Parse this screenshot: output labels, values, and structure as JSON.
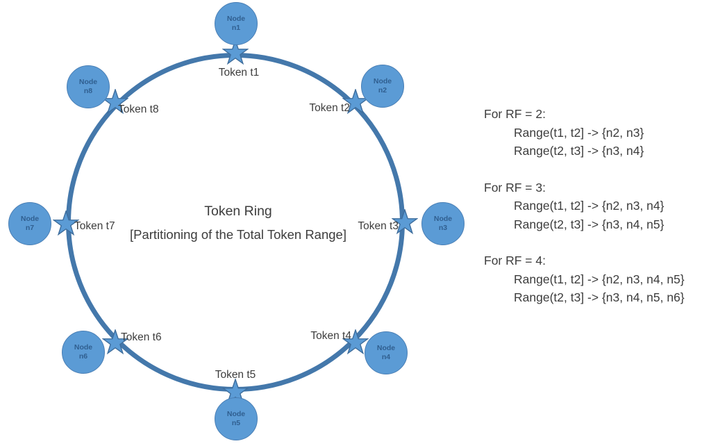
{
  "diagram": {
    "title": "Token Ring",
    "subtitle": "[Partitioning of the Total Token Range]",
    "nodes": [
      {
        "line1": "Node",
        "line2": "n1"
      },
      {
        "line1": "Node",
        "line2": "n2"
      },
      {
        "line1": "Node",
        "line2": "n3"
      },
      {
        "line1": "Node",
        "line2": "n4"
      },
      {
        "line1": "Node",
        "line2": "n5"
      },
      {
        "line1": "Node",
        "line2": "n6"
      },
      {
        "line1": "Node",
        "line2": "n7"
      },
      {
        "line1": "Node",
        "line2": "n8"
      }
    ],
    "tokens": [
      "Token t1",
      "Token t2",
      "Token t3",
      "Token t4",
      "Token t5",
      "Token t6",
      "Token t7",
      "Token t8"
    ]
  },
  "rf": {
    "blocks": [
      {
        "heading": "For RF = 2:",
        "lines": [
          "Range(t1, t2] -> {n2, n3}",
          "Range(t2, t3] -> {n3, n4}"
        ]
      },
      {
        "heading": "For RF = 3:",
        "lines": [
          "Range(t1, t2] -> {n2, n3, n4}",
          "Range(t2, t3] -> {n3, n4, n5}"
        ]
      },
      {
        "heading": "For RF = 4:",
        "lines": [
          "Range(t1, t2] -> {n2, n3, n4, n5}",
          "Range(t2, t3] -> {n3, n4, n5, n6}"
        ]
      }
    ]
  },
  "colors": {
    "background": "#ffffff",
    "node_fill": "#5b9bd5",
    "node_border": "#4a7fb5",
    "node_text": "#305f90",
    "ring_stroke": "#4478ab",
    "star_fill": "#5b9bd5",
    "star_stroke": "#3e6d9c",
    "text": "#3d3d3d"
  }
}
